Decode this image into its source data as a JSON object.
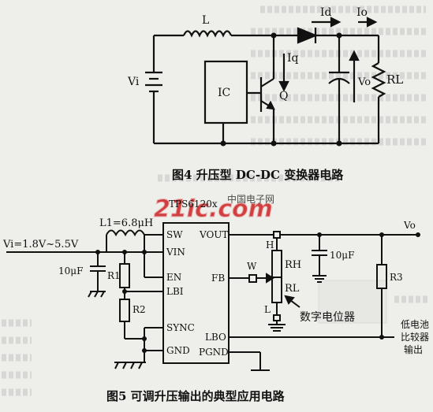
{
  "fig4": {
    "caption": "图4   升压型 DC-DC 变换器电路",
    "labels": {
      "inductor": "L",
      "diode_current": "Id",
      "output_current": "Io",
      "switch_current": "Iq",
      "ic": "IC",
      "input": "Vi",
      "transistor": "Q",
      "output_voltage": "Vo",
      "load": "RL"
    }
  },
  "fig5": {
    "caption": "图5  可调升压输出的典型应用电路",
    "chip_name": "TPS6120x",
    "input_label": "Vi=1.8V~5.5V",
    "inductor_label": "L1=6.8μH",
    "input_cap": "10μF",
    "output_cap": "10μF",
    "output_label": "Vo",
    "resistors": {
      "r1": "R1",
      "r2": "R2",
      "r3": "R3",
      "rh": "RH",
      "rl": "RL"
    },
    "pot_labels": {
      "high": "H",
      "low": "L",
      "wiper": "W"
    },
    "pot_caption": "数字电位器",
    "pins_left": [
      "SW",
      "VIN",
      "EN",
      "LBI",
      "SYNC",
      "GND"
    ],
    "pins_right": [
      "VOUT",
      "FB",
      "LBO",
      "PGND"
    ],
    "lbo_note": [
      "低电池",
      "比较器",
      "输出"
    ]
  },
  "watermark": {
    "brand": "21ic.com",
    "subtitle": "中国电子网"
  },
  "colors": {
    "line": "#111111",
    "watermark_fill": "#cc2222",
    "watermark_outline": "#e8a8a8",
    "background_text": "#b9b9b9"
  }
}
